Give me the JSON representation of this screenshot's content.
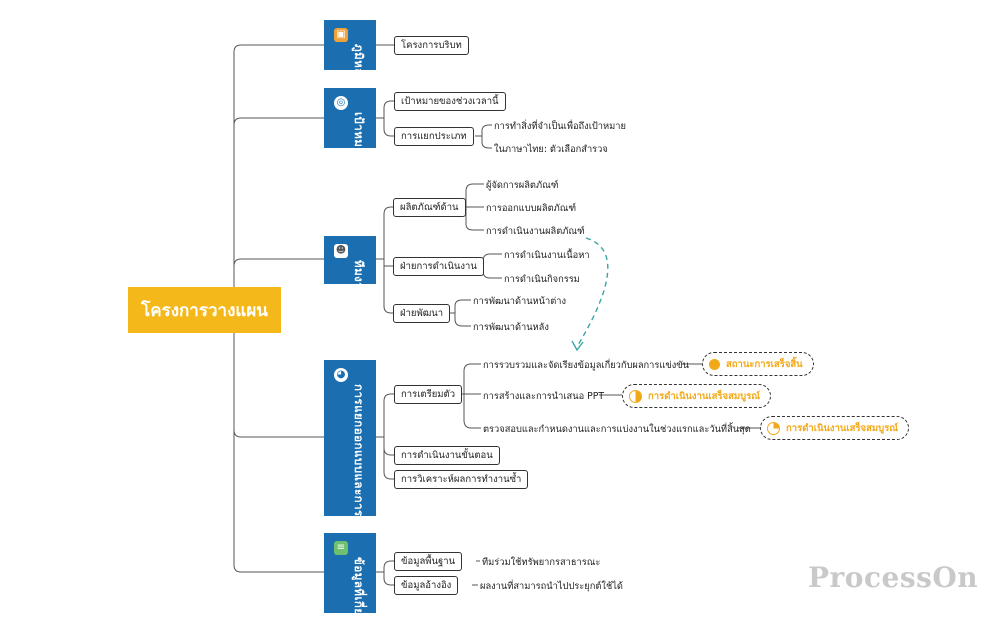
{
  "root": {
    "label": "โครงการวางแผน"
  },
  "categories": {
    "background": {
      "label": "ภูมิหลัง",
      "icon_name": "box-icon"
    },
    "goal": {
      "label": "เป้าหมาย",
      "icon_name": "target-icon"
    },
    "team": {
      "label": "ทีมงาน",
      "icon_name": "people-icon"
    },
    "design": {
      "label": "การแยกออกแบบและการแบ่งงาน",
      "icon_name": "pie-chart-icon"
    },
    "data": {
      "label": "ข้อมูลที่เกี่ยวข้อง",
      "icon_name": "document-icon"
    }
  },
  "background": {
    "project_background": "โครงการบริบท"
  },
  "goal": {
    "period_goal": "เป้าหมายของช่วงเวลานี้",
    "classification": "การแยกประเภท",
    "things_to_do": "การทำสิ่งที่จำเป็นเพื่อถึงเป้าหมาย",
    "thai_option": "ในภาษาไทย: ตัวเลือกสำรวจ"
  },
  "team": {
    "product": "ผลิตภัณฑ์ด้าน",
    "product_manager": "ผู้จัดการผลิตภัณฑ์",
    "product_design": "การออกแบบผลิตภัณฑ์",
    "product_ops": "การดำเนินงานผลิตภัณฑ์",
    "operations": "ฝ่ายการดำเนินงาน",
    "content_ops": "การดำเนินงานเนื้อหา",
    "activity_ops": "การดำเนินกิจกรรม",
    "development": "ฝ่ายพัฒนา",
    "frontend": "การพัฒนาด้านหน้าต่าง",
    "backend": "การพัฒนาด้านหลัง"
  },
  "design": {
    "preparation": "การเตรียมตัว",
    "collect_info": "การรวบรวมและจัดเรียงข้อมูลเกี่ยวกับผลการแข่งขัน",
    "create_ppt": "การสร้างและการนำเสนอ PPT",
    "review_tasks": "ตรวจสอบและกำหนดงานและการแบ่งงานในช่วงแรกและวันที่สิ้นสุด",
    "status_1": "สถานะการเสร็จสิ้น",
    "status_2": "การดำเนินงานเสร็จสมบูรณ์",
    "status_3": "การดำเนินงานเสร็จสมบูรณ์",
    "execution": "การดำเนินงานขั้นตอน",
    "analysis": "การวิเคราะห์ผลการทำงานซ้ำ"
  },
  "data": {
    "base_info": "ข้อมูลพื้นฐาน",
    "base_info_note": "ทีมร่วมใช้ทรัพยากรสาธารณะ",
    "reference": "ข้อมูลอ้างอิง",
    "reference_note": "ผลงานที่สามารถนำไปประยุกต์ใช้ได้"
  },
  "colors": {
    "root": "#f5b81a",
    "category": "#1b6fb1",
    "status": "#f2a918",
    "connector_arrow": "#3aa6a0"
  },
  "watermark": "ProcessOn"
}
